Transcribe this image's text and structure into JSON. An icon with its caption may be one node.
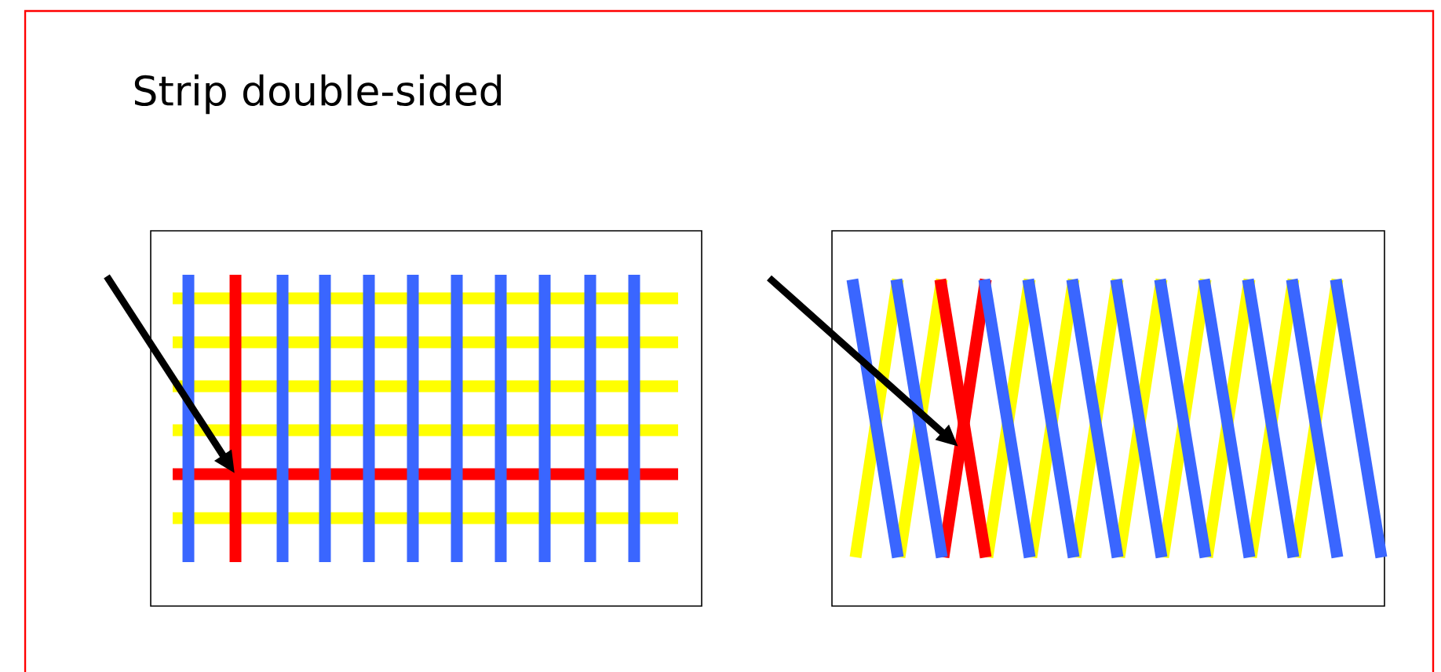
{
  "diagram": {
    "title": "Strip double-sided",
    "nodes": [
      {
        "text": [],
        "shape": "box"
      },
      {
        "text": [],
        "shape": "box"
      }
    ],
    "edges": [
      {
        "from": null,
        "to": 0,
        "arrow": "to"
      },
      {
        "from": null,
        "to": 1,
        "arrow": "to"
      }
    ]
  }
}
